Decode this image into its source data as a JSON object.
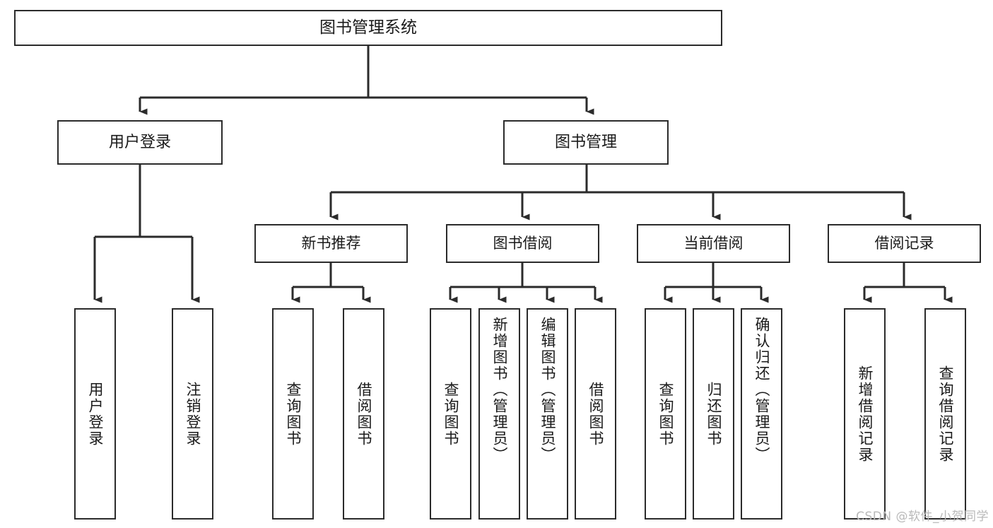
{
  "diagram": {
    "type": "tree",
    "title": "图书管理系统",
    "stroke_color": "#2b2b2b",
    "fill_color": "#ffffff",
    "text_color": "#1a1a1a"
  },
  "root": {
    "label": "图书管理系统"
  },
  "level2": [
    {
      "label": "用户登录"
    },
    {
      "label": "图书管理"
    }
  ],
  "level3": [
    {
      "label": "新书推荐"
    },
    {
      "label": "图书借阅"
    },
    {
      "label": "当前借阅"
    },
    {
      "label": "借阅记录"
    }
  ],
  "leaves": {
    "user_login": [
      {
        "label": "用户登录"
      },
      {
        "label": "注销登录"
      }
    ],
    "new_book_recommend": [
      {
        "label": "查询图书"
      },
      {
        "label": "借阅图书"
      }
    ],
    "book_borrow": [
      {
        "label": "查询图书"
      },
      {
        "label": "新增图书（管理员）"
      },
      {
        "label": "编辑图书（管理员）"
      },
      {
        "label": "借阅图书"
      }
    ],
    "current_borrow": [
      {
        "label": "查询图书"
      },
      {
        "label": "归还图书"
      },
      {
        "label": "确认归还（管理员）"
      }
    ],
    "borrow_record": [
      {
        "label": "新增借阅记录"
      },
      {
        "label": "查询借阅记录"
      }
    ]
  },
  "watermark": {
    "text": "CSDN @软件_小贺同学"
  }
}
